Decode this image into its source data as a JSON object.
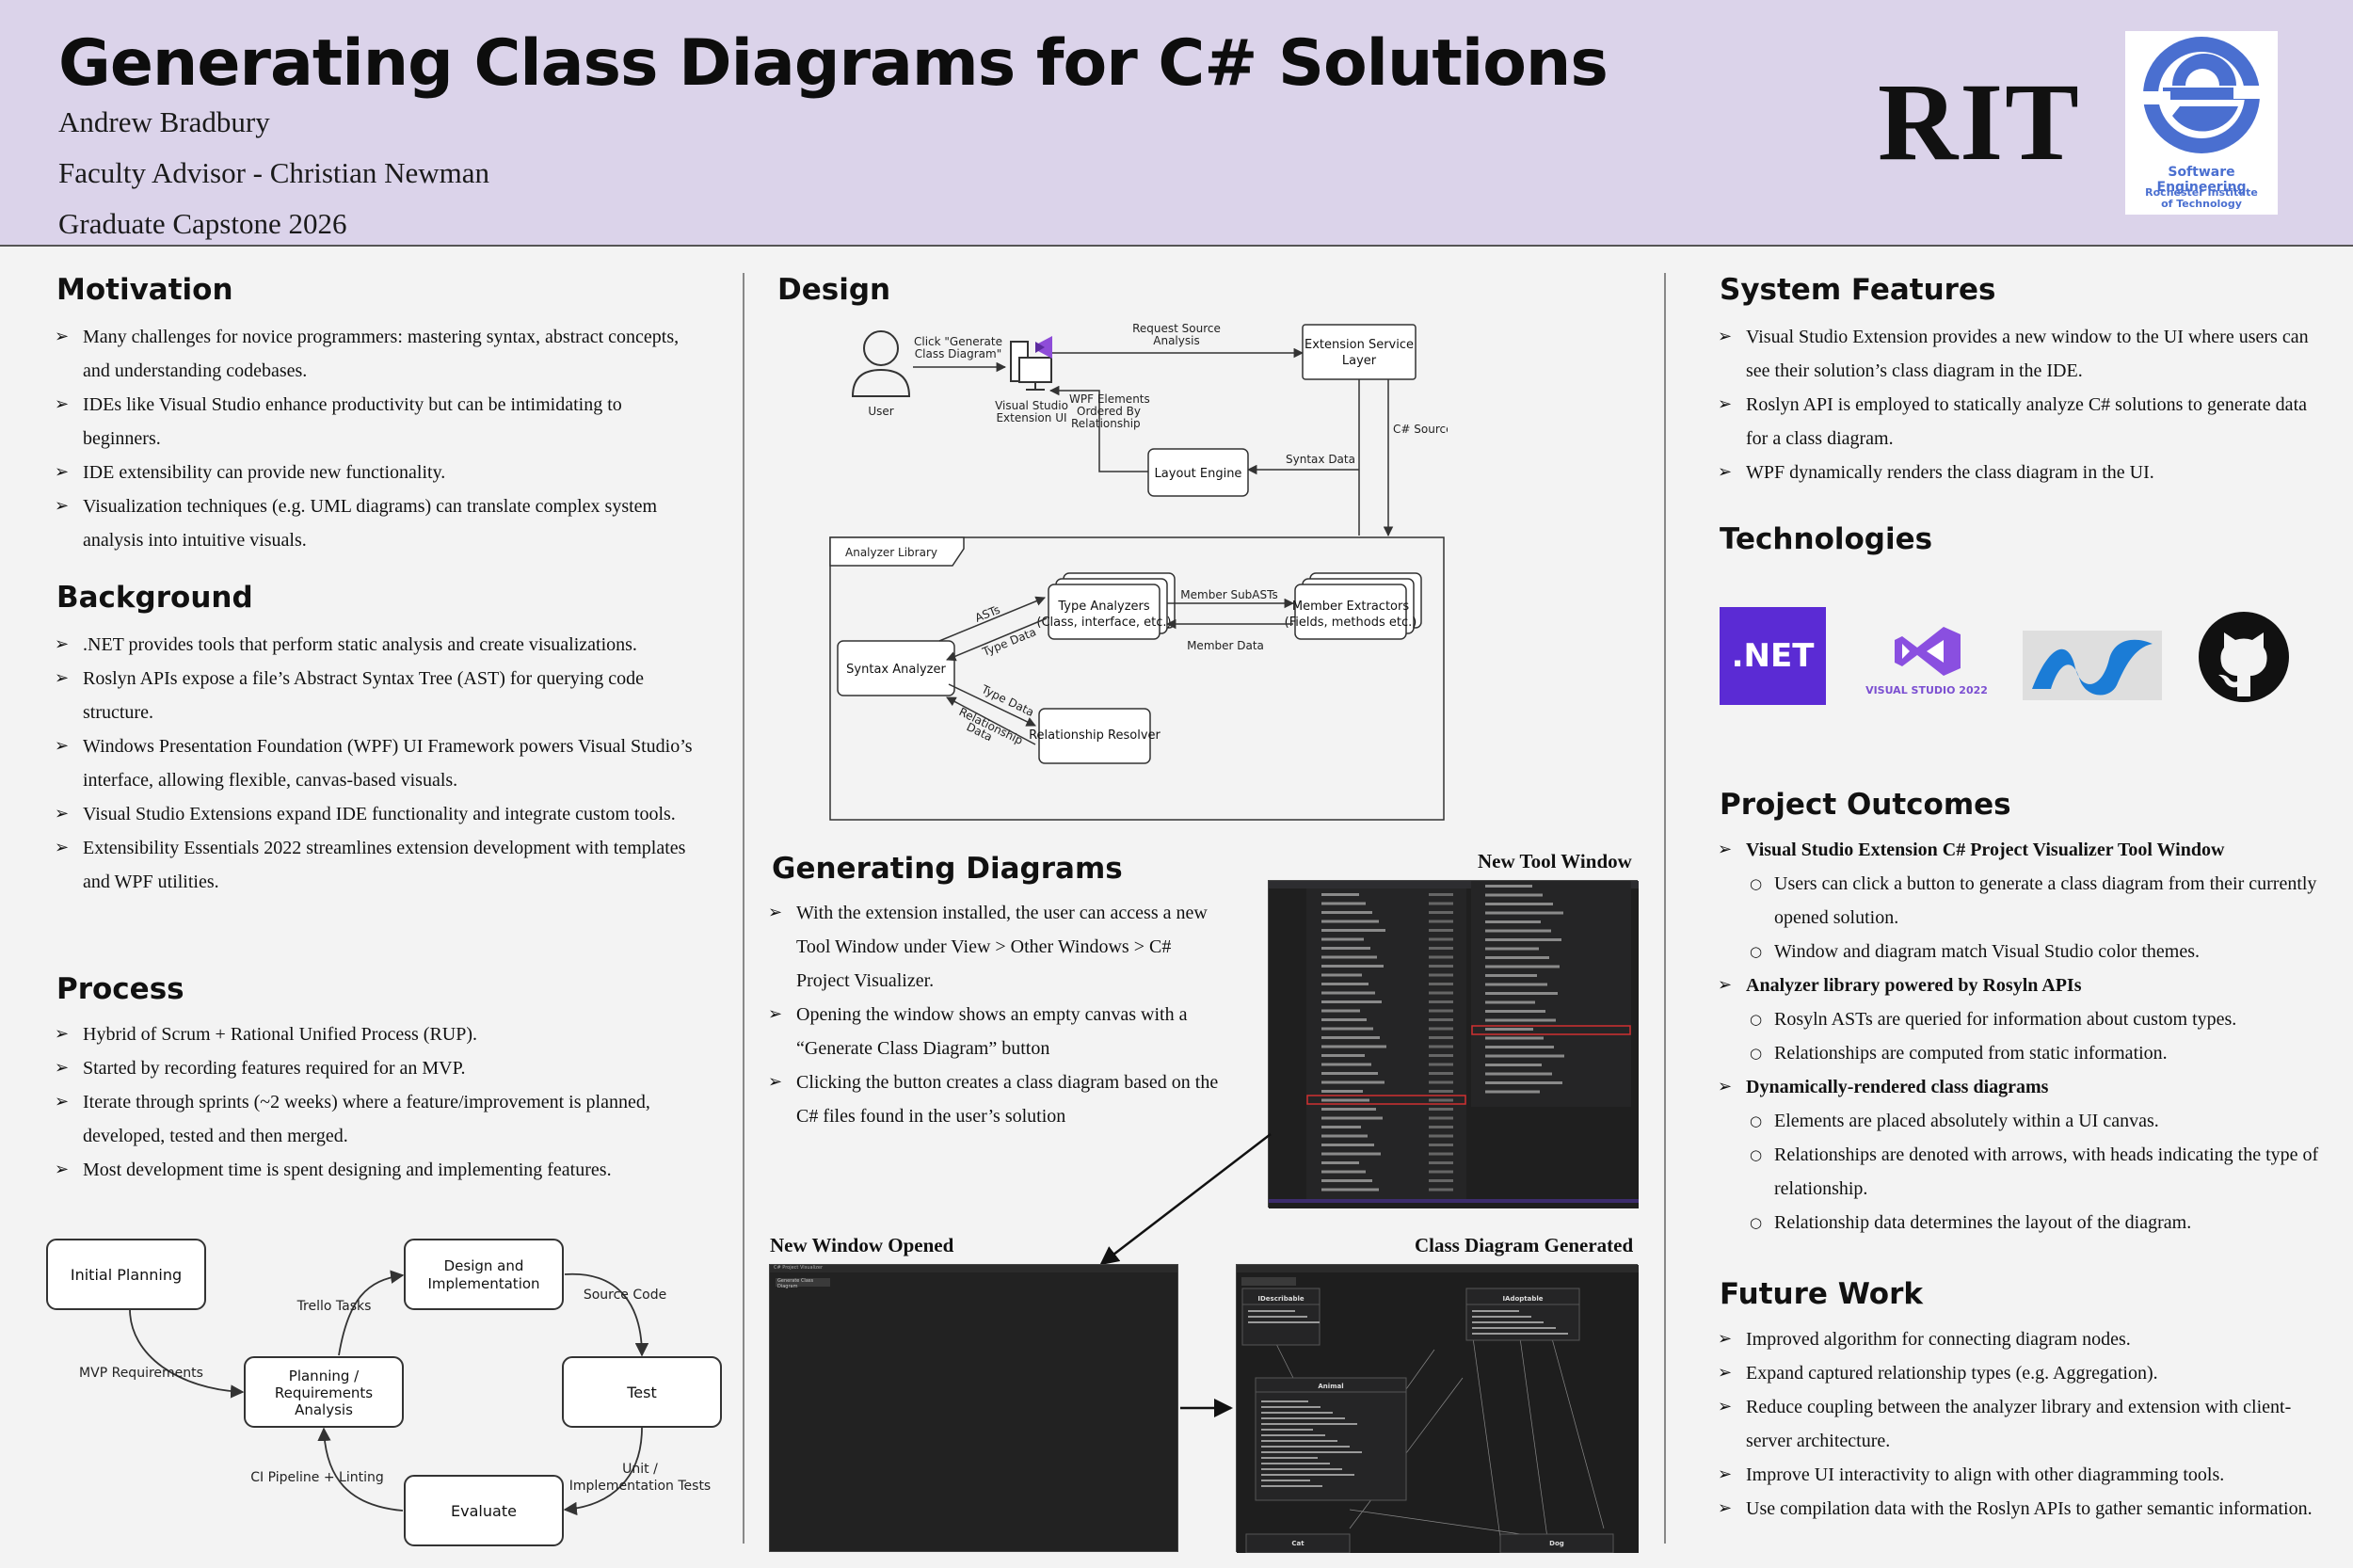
{
  "header": {
    "title": "Generating Class Diagrams for C# Solutions",
    "author": "Andrew Bradbury",
    "advisor": "Faculty Advisor - Christian Newman",
    "program": "Graduate Capstone 2026",
    "rit_logo": "RIT",
    "se_logo_line1": "Software Engineering",
    "se_logo_line2": "Rochester Institute",
    "se_logo_line3": "of Technology"
  },
  "motivation": {
    "heading": "Motivation",
    "items": [
      "Many challenges for novice programmers: mastering syntax, abstract concepts, and understanding codebases.",
      "IDEs like Visual Studio enhance productivity but can be intimidating to beginners.",
      "IDE extensibility can provide new functionality.",
      "Visualization techniques (e.g. UML diagrams) can translate complex system analysis into intuitive visuals."
    ]
  },
  "background": {
    "heading": "Background",
    "items": [
      ".NET provides tools that perform static analysis and create visualizations.",
      "Roslyn APIs expose a file’s Abstract Syntax Tree (AST) for querying code structure.",
      "Windows Presentation Foundation (WPF)  UI Framework powers Visual Studio’s interface, allowing flexible, canvas-based visuals.",
      "Visual Studio Extensions expand IDE functionality and integrate custom tools.",
      "Extensibility Essentials 2022 streamlines extension development with templates and WPF utilities."
    ]
  },
  "process": {
    "heading": "Process",
    "items": [
      "Hybrid of Scrum + Rational Unified Process (RUP).",
      "Started by recording features required for an MVP.",
      "Iterate through sprints (~2 weeks) where a feature/improvement is planned, developed, tested and then merged.",
      "Most development time is spent designing and implementing features."
    ],
    "diagram": {
      "initial": "Initial Planning",
      "planning": [
        "Planning /",
        "Requirements",
        "Analysis"
      ],
      "design": [
        "Design and",
        "Implementation"
      ],
      "test": "Test",
      "evaluate": "Evaluate",
      "mvp": "MVP Requirements",
      "trello": "Trello Tasks",
      "source": "Source Code",
      "unit": [
        "Unit /",
        "Implementation Tests"
      ],
      "ci": "CI Pipeline + Linting"
    }
  },
  "design": {
    "heading": "Design",
    "user": "User",
    "click": [
      "Click \"Generate",
      "Class Diagram\""
    ],
    "vs_ui": [
      "Visual Studio",
      "Extension UI"
    ],
    "request": [
      "Request Source",
      "Analysis"
    ],
    "service": [
      "Extension Service",
      "Layer"
    ],
    "wpf": [
      "WPF Elements",
      "Ordered By",
      "Relationship"
    ],
    "csfiles": "C# Source Files",
    "layout": "Layout Engine",
    "syntax_data": "Syntax Data",
    "library": "Analyzer Library",
    "syntax_analyzer": "Syntax Analyzer",
    "type_analyzers": [
      "Type Analyzers",
      "(Class, interface, etc.)"
    ],
    "member_extractors": [
      "Member Extractors",
      "(Fields, methods etc.)"
    ],
    "member_subasts": "Member SubASTs",
    "member_data": "Member Data",
    "asts": "ASTs",
    "type_data": "Type Data",
    "type_data2": "Type Data",
    "relationship_data": [
      "Relationship",
      "Data"
    ],
    "relationship_resolver": "Relationship Resolver"
  },
  "generating": {
    "heading": "Generating Diagrams",
    "items": [
      "With the extension installed, the user can access a new Tool Window under View > Other Windows > C# Project Visualizer.",
      "Opening the window shows an empty canvas with a “Generate Class Diagram” button",
      "Clicking the button creates a class diagram based on the C# files found in the user’s solution"
    ],
    "new_tool_window": "New Tool Window",
    "new_window_opened": "New Window Opened",
    "class_diagram_generated": "Class Diagram Generated",
    "canvas_button": "Generate Class Diagram",
    "win_title": "C# Project Visualizer",
    "class_nodes": [
      "IDescribable",
      "IAdoptable",
      "Animal",
      "Cat",
      "Dog"
    ]
  },
  "features": {
    "heading": "System Features",
    "items": [
      "Visual Studio Extension provides a new window to the UI where users can see their solution’s class diagram in the IDE.",
      "Roslyn API is employed to statically analyze C# solutions to generate data for a class diagram.",
      "WPF dynamically renders the class diagram in the UI."
    ]
  },
  "technologies": {
    "heading": "Technologies",
    "dotnet": ".NET",
    "vs": "VISUAL STUDIO 2022"
  },
  "outcomes": {
    "heading": "Project Outcomes",
    "groups": [
      {
        "title": "Visual Studio Extension C# Project Visualizer Tool Window",
        "items": [
          "Users can click a button to generate a class diagram from their currently opened solution.",
          "Window and diagram match Visual Studio color themes."
        ]
      },
      {
        "title": "Analyzer library powered by Rosyln APIs",
        "items": [
          "Rosyln ASTs are queried for information about custom types.",
          "Relationships are computed from static information."
        ]
      },
      {
        "title": "Dynamically-rendered class diagrams",
        "items": [
          "Elements are placed absolutely within a UI canvas.",
          "Relationships are denoted with arrows, with heads indicating the type of relationship.",
          "Relationship data determines the layout of the diagram."
        ]
      }
    ]
  },
  "future": {
    "heading": "Future Work",
    "items": [
      "Improved algorithm for connecting diagram nodes.",
      "Expand captured relationship types (e.g. Aggregation).",
      "Reduce coupling between the analyzer library and extension with client-server architecture.",
      "Improve UI interactivity to align with other diagramming tools.",
      "Use compilation data with the Roslyn APIs to gather semantic information."
    ]
  }
}
